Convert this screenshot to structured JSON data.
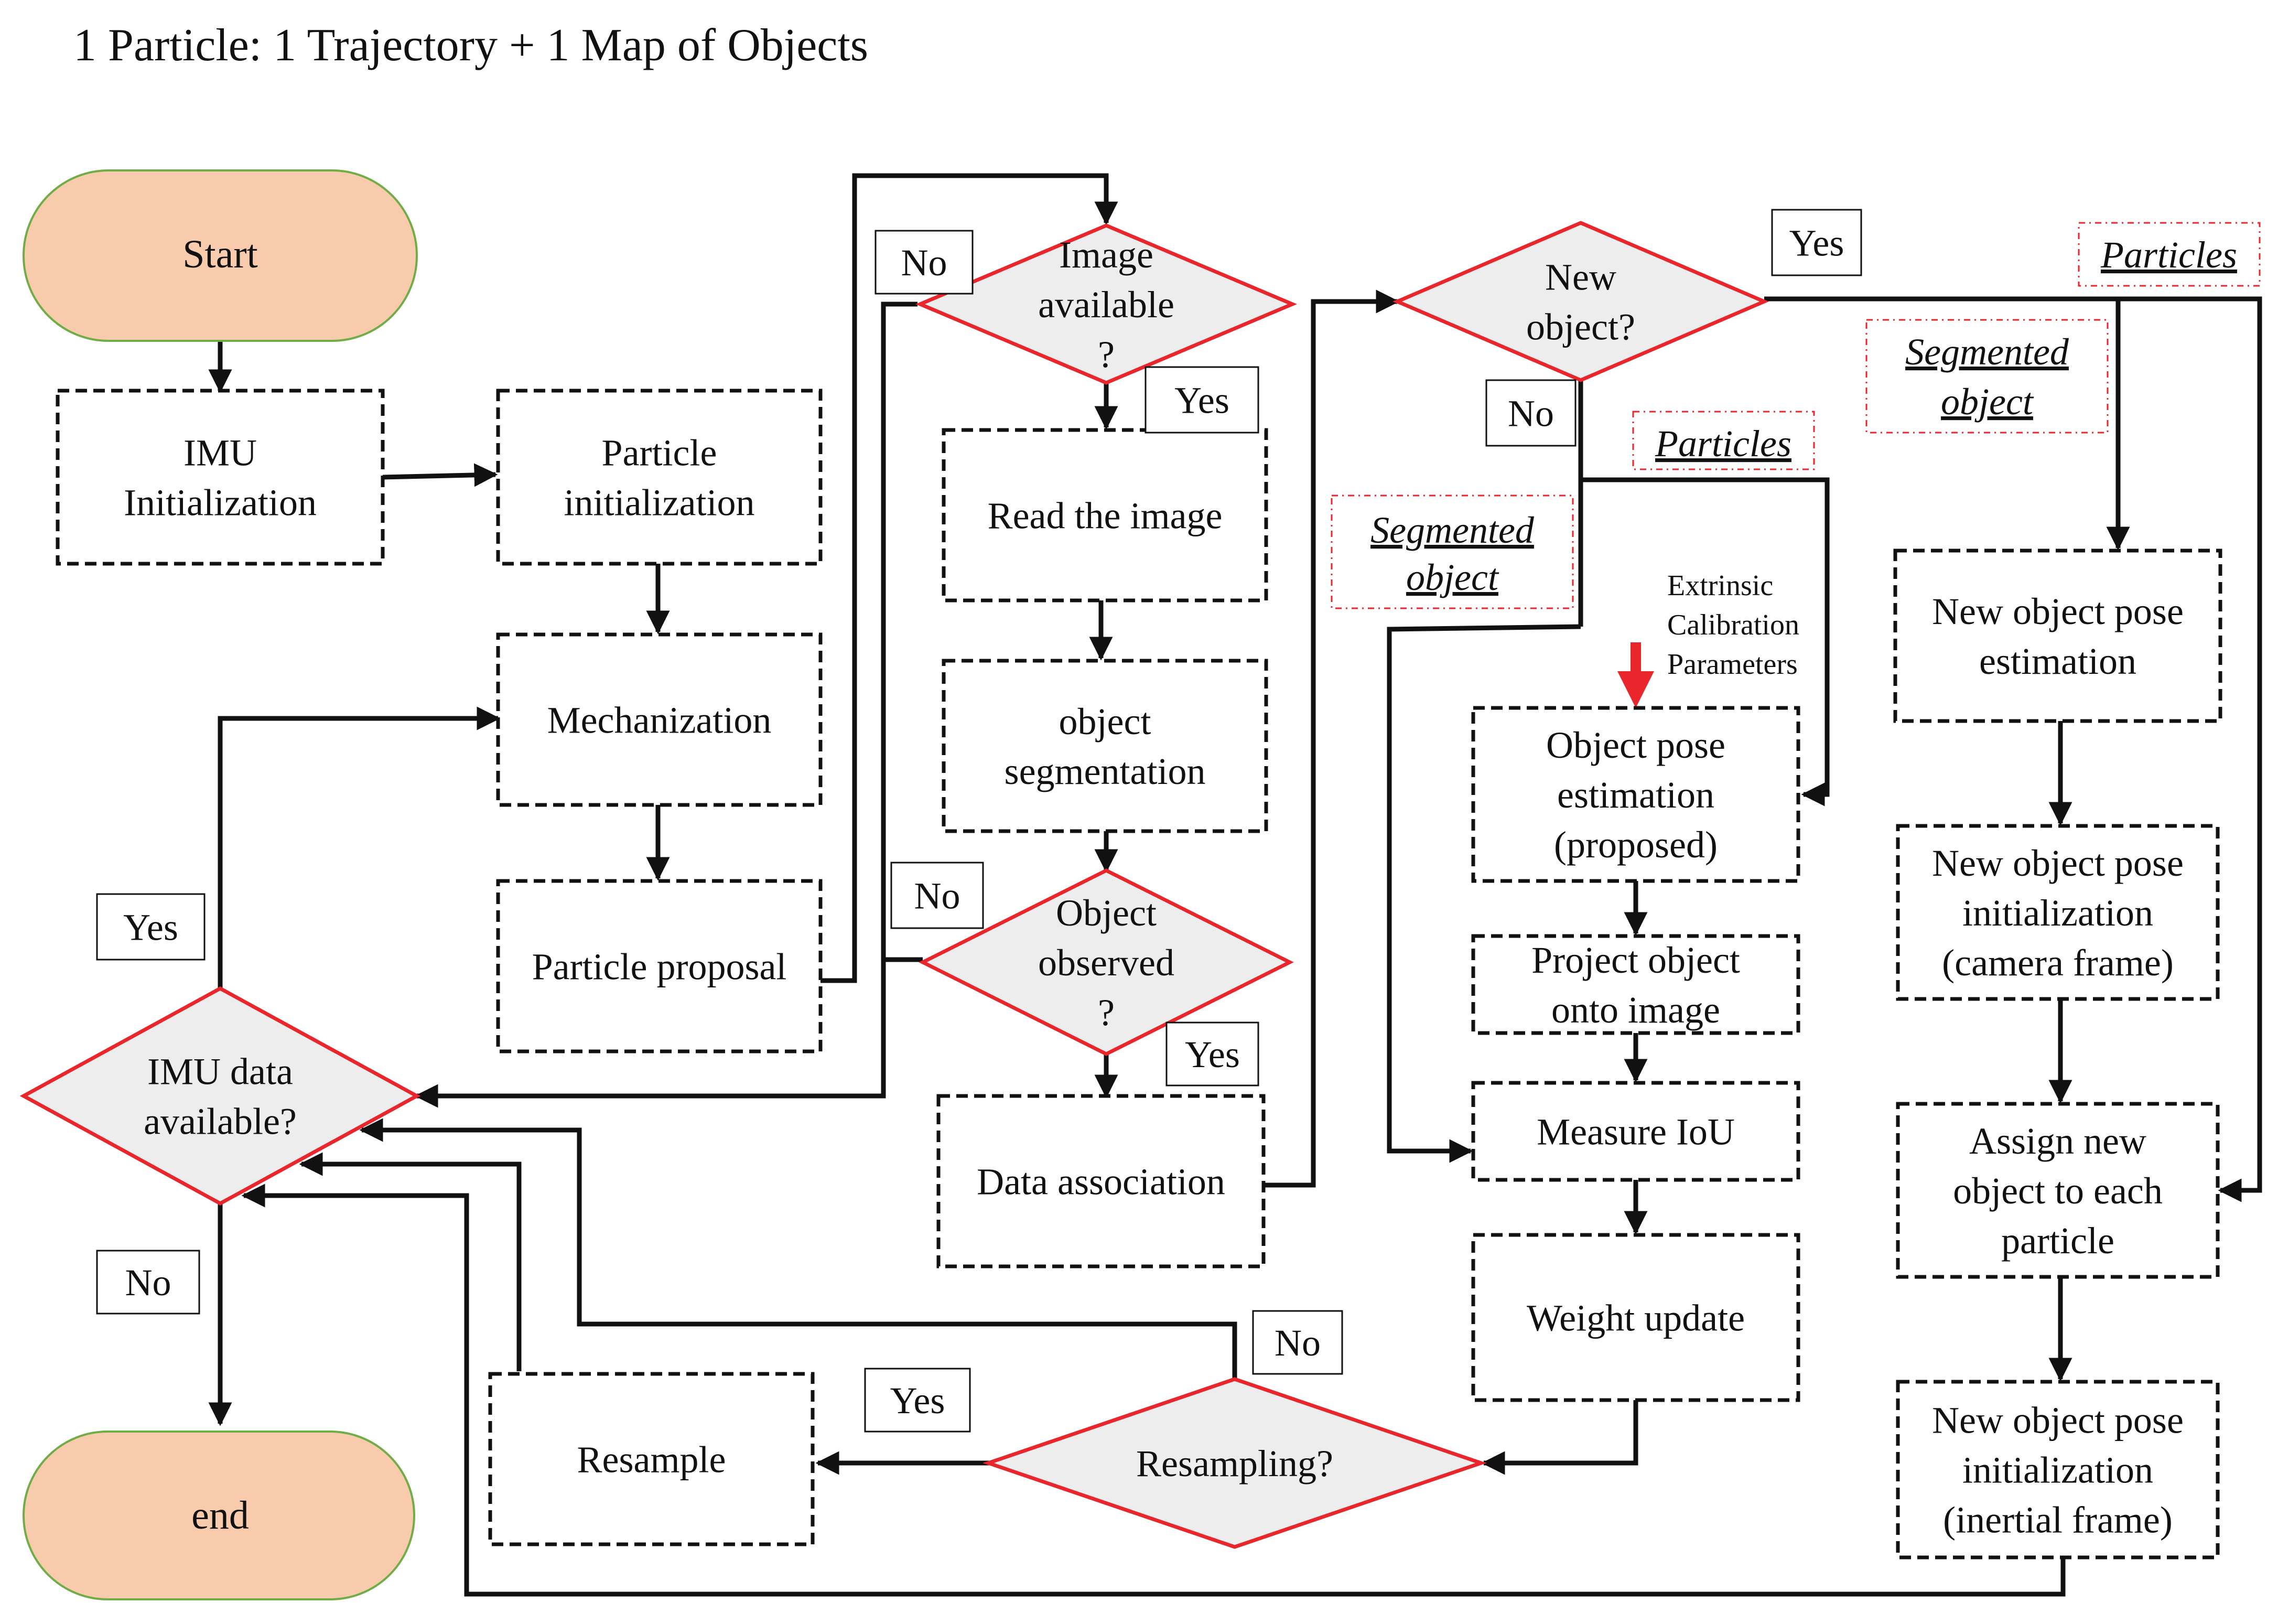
{
  "title": "1 Particle: 1 Trajectory + 1 Map of Objects",
  "colors": {
    "terminal_fill": "#F8CBAD",
    "terminal_stroke": "#70AD47",
    "decision_fill": "#EDEDED",
    "decision_stroke": "#E8262B",
    "process_stroke": "#111111",
    "arrow": "#111111",
    "highlight_arrow": "#E8262B",
    "annotation_border": "#E8262B"
  },
  "terminals": {
    "start": "Start",
    "end": "end"
  },
  "processes": {
    "imu_init": [
      "IMU",
      "Initialization"
    ],
    "particle_init": [
      "Particle",
      "initialization"
    ],
    "mechanization": [
      "Mechanization"
    ],
    "particle_proposal": [
      "Particle proposal"
    ],
    "read_image": [
      "Read the image"
    ],
    "object_segmentation": [
      "object",
      "segmentation"
    ],
    "data_association": [
      "Data association"
    ],
    "object_pose_est": [
      "Object pose",
      "estimation",
      "(proposed)"
    ],
    "project_object": [
      "Project object",
      "onto image"
    ],
    "measure_iou": [
      "Measure IoU"
    ],
    "weight_update": [
      "Weight update"
    ],
    "resample": [
      "Resample"
    ],
    "new_pose_est": [
      "New object pose",
      "estimation"
    ],
    "new_pose_init_cam": [
      "New object pose",
      "initialization",
      "(camera frame)"
    ],
    "assign_new_object": [
      "Assign new",
      "object to each",
      "particle"
    ],
    "new_pose_init_inertial": [
      "New object pose",
      "initialization",
      "(inertial frame)"
    ]
  },
  "decisions": {
    "imu_available": [
      "IMU data",
      "available?"
    ],
    "image_available": [
      "Image",
      "available",
      "?"
    ],
    "object_observed": [
      "Object",
      "observed",
      "?"
    ],
    "new_object": [
      "New",
      "object?"
    ],
    "resampling": [
      "Resampling?"
    ]
  },
  "branch_labels": {
    "imu_yes": "Yes",
    "imu_no": "No",
    "image_no": "No",
    "image_yes": "Yes",
    "observed_no": "No",
    "observed_yes": "Yes",
    "new_object_yes": "Yes",
    "new_object_no": "No",
    "resampling_yes": "Yes",
    "resampling_no": "No"
  },
  "annotations": {
    "particles_left": "Particles",
    "particles_right": "Particles",
    "segmented_left": [
      "Segmented",
      "object"
    ],
    "segmented_right": [
      "Segmented",
      "object"
    ],
    "extrinsic": [
      "Extrinsic",
      "Calibration",
      "Parameters"
    ]
  }
}
